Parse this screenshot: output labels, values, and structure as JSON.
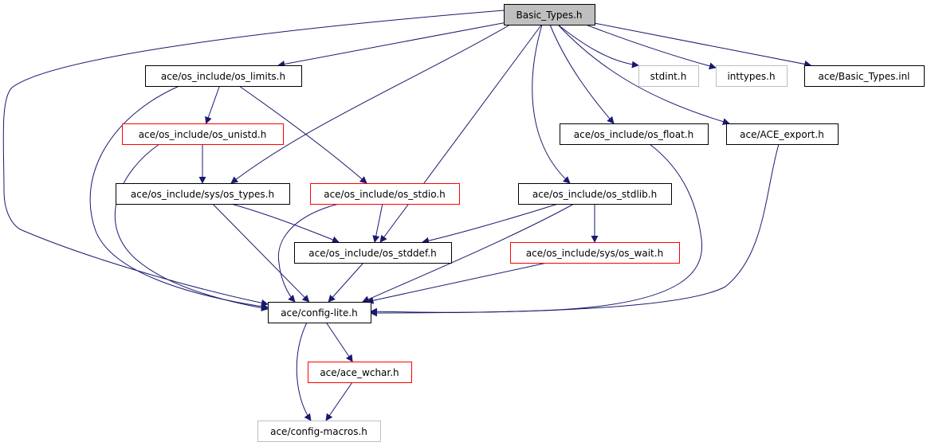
{
  "graph": {
    "nodes": [
      {
        "id": "basic_types",
        "label": "Basic_Types.h",
        "style": "root"
      },
      {
        "id": "os_limits",
        "label": "ace/os_include/os_limits.h",
        "style": "normal"
      },
      {
        "id": "stdint",
        "label": "stdint.h",
        "style": "external"
      },
      {
        "id": "inttypes",
        "label": "inttypes.h",
        "style": "external"
      },
      {
        "id": "basic_types_inl",
        "label": "ace/Basic_Types.inl",
        "style": "normal"
      },
      {
        "id": "os_unistd",
        "label": "ace/os_include/os_unistd.h",
        "style": "truncated"
      },
      {
        "id": "os_float",
        "label": "ace/os_include/os_float.h",
        "style": "normal"
      },
      {
        "id": "ace_export",
        "label": "ace/ACE_export.h",
        "style": "normal"
      },
      {
        "id": "os_types",
        "label": "ace/os_include/sys/os_types.h",
        "style": "normal"
      },
      {
        "id": "os_stdio",
        "label": "ace/os_include/os_stdio.h",
        "style": "truncated"
      },
      {
        "id": "os_stdlib",
        "label": "ace/os_include/os_stdlib.h",
        "style": "normal"
      },
      {
        "id": "os_stddef",
        "label": "ace/os_include/os_stddef.h",
        "style": "normal"
      },
      {
        "id": "os_wait",
        "label": "ace/os_include/sys/os_wait.h",
        "style": "truncated"
      },
      {
        "id": "config_lite",
        "label": "ace/config-lite.h",
        "style": "normal"
      },
      {
        "id": "ace_wchar",
        "label": "ace/ace_wchar.h",
        "style": "truncated"
      },
      {
        "id": "config_macros",
        "label": "ace/config-macros.h",
        "style": "external"
      }
    ],
    "edges": [
      [
        "basic_types",
        "config_lite"
      ],
      [
        "basic_types",
        "os_limits"
      ],
      [
        "basic_types",
        "os_types"
      ],
      [
        "basic_types",
        "os_stddef"
      ],
      [
        "basic_types",
        "os_stdlib"
      ],
      [
        "basic_types",
        "os_float"
      ],
      [
        "basic_types",
        "stdint"
      ],
      [
        "basic_types",
        "inttypes"
      ],
      [
        "basic_types",
        "ace_export"
      ],
      [
        "basic_types",
        "basic_types_inl"
      ],
      [
        "os_limits",
        "os_unistd"
      ],
      [
        "os_limits",
        "os_stdio"
      ],
      [
        "os_limits",
        "config_lite"
      ],
      [
        "os_unistd",
        "os_types"
      ],
      [
        "os_unistd",
        "config_lite"
      ],
      [
        "os_types",
        "os_stddef"
      ],
      [
        "os_types",
        "config_lite"
      ],
      [
        "os_stdio",
        "os_stddef"
      ],
      [
        "os_stdio",
        "config_lite"
      ],
      [
        "os_stdlib",
        "os_stddef"
      ],
      [
        "os_stdlib",
        "os_wait"
      ],
      [
        "os_stdlib",
        "config_lite"
      ],
      [
        "os_stddef",
        "config_lite"
      ],
      [
        "os_wait",
        "config_lite"
      ],
      [
        "os_float",
        "config_lite"
      ],
      [
        "ace_export",
        "config_lite"
      ],
      [
        "config_lite",
        "ace_wchar"
      ],
      [
        "config_lite",
        "config_macros"
      ],
      [
        "ace_wchar",
        "config_macros"
      ]
    ],
    "colors": {
      "edge": "#191970",
      "root_fill": "#bfbfbf",
      "normal_border": "#000000",
      "truncated_border": "#ff0000",
      "external_border": "#bfbfbf",
      "background": "#ffffff"
    }
  }
}
